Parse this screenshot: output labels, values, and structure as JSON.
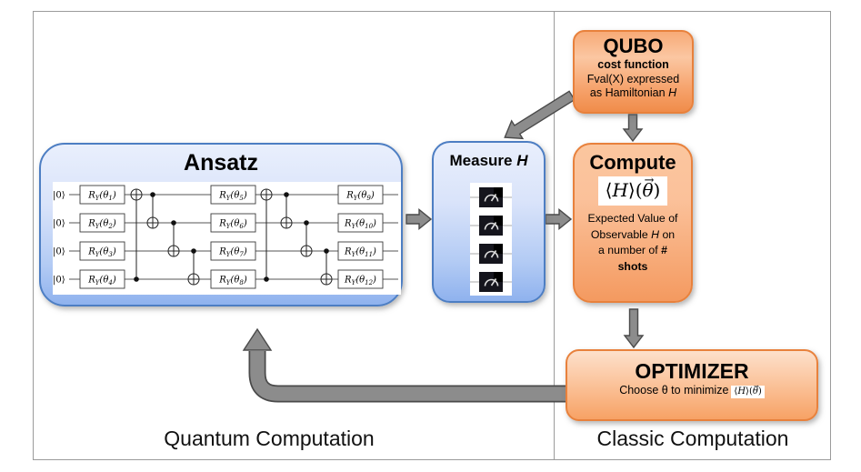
{
  "diagram": {
    "sections": {
      "quantum_label": "Quantum Computation",
      "classic_label": "Classic Computation"
    },
    "ansatz": {
      "title": "Ansatz",
      "qubit_label": "|0⟩",
      "num_qubits": 4,
      "gate_name": "R",
      "gate_subscript": "Y",
      "theta_symbol": "θ",
      "gate_columns": [
        [
          1,
          2,
          3,
          4
        ],
        [
          5,
          6,
          7,
          8
        ],
        [
          9,
          10,
          11,
          12
        ]
      ],
      "cnot_pattern": [
        {
          "control": 4,
          "target": 1
        },
        {
          "control": 1,
          "target": 2
        },
        {
          "control": 2,
          "target": 3
        },
        {
          "control": 3,
          "target": 4
        }
      ],
      "cnot_blocks": 2
    },
    "measure": {
      "title_text": "Measure",
      "title_h": "H",
      "meter_count": 4
    },
    "qubo": {
      "title": "QUBO",
      "subtitle": "cost function",
      "line2": "Fval(X) expressed",
      "line3_text": "as Hamiltonian",
      "line3_h": "H"
    },
    "compute": {
      "title": "Compute",
      "body_line1": "Expected Value of",
      "body_line2_pre": "Observable",
      "body_line2_h": "H",
      "body_line2_post": "on",
      "body_line3": "a number of",
      "body_line3_hash": "#",
      "body_line4": "shots"
    },
    "optimizer": {
      "title": "OPTIMIZER",
      "subtitle": "Choose θ to minimize"
    },
    "formula": {
      "lang": "⟨",
      "h": "H",
      "rang_lparen": "⟩(",
      "theta": "θ",
      "rparen": ")",
      "arrow": "→"
    },
    "colors": {
      "blue_border": "#4d7ec3",
      "blue_fill_top": "#e9effc",
      "blue_fill_bottom": "#8fb2ee",
      "orange_border": "#e8813c",
      "orange_fill_top": "#fbc7a2",
      "orange_fill_bottom": "#f08c4a",
      "arrow_gray": "#8c8c8c",
      "arrow_outline": "#4a4a4a",
      "frame_gray": "#9b9b9b"
    }
  }
}
